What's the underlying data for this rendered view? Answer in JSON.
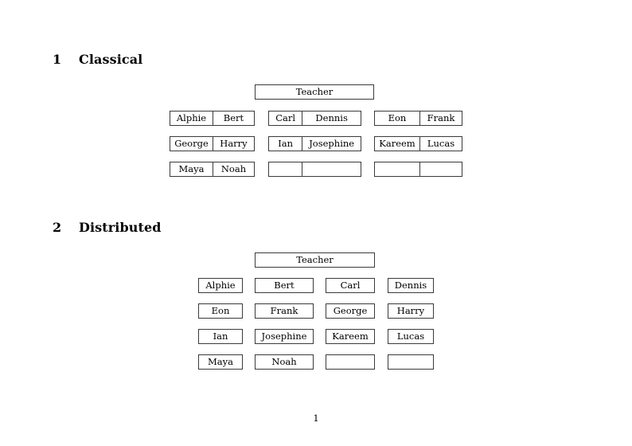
{
  "document": {
    "page_number": "1"
  },
  "sections": [
    {
      "number": "1",
      "title": "Classical",
      "teacher_label": "Teacher",
      "layout": "grouped-pairs",
      "groups": [
        {
          "rows": [
            [
              "Alphie",
              "Bert"
            ],
            [
              "George",
              "Harry"
            ],
            [
              "Maya",
              "Noah"
            ]
          ]
        },
        {
          "rows": [
            [
              "Carl",
              "Dennis"
            ],
            [
              "Ian",
              "Josephine"
            ],
            [
              "",
              ""
            ]
          ]
        },
        {
          "rows": [
            [
              "Eon",
              "Frank"
            ],
            [
              "Kareem",
              "Lucas"
            ],
            [
              "",
              ""
            ]
          ]
        }
      ]
    },
    {
      "number": "2",
      "title": "Distributed",
      "teacher_label": "Teacher",
      "layout": "independent-boxes",
      "rows": [
        [
          "Alphie",
          "Bert",
          "Carl",
          "Dennis"
        ],
        [
          "Eon",
          "Frank",
          "George",
          "Harry"
        ],
        [
          "Ian",
          "Josephine",
          "Kareem",
          "Lucas"
        ],
        [
          "Maya",
          "Noah",
          "",
          ""
        ]
      ]
    }
  ]
}
